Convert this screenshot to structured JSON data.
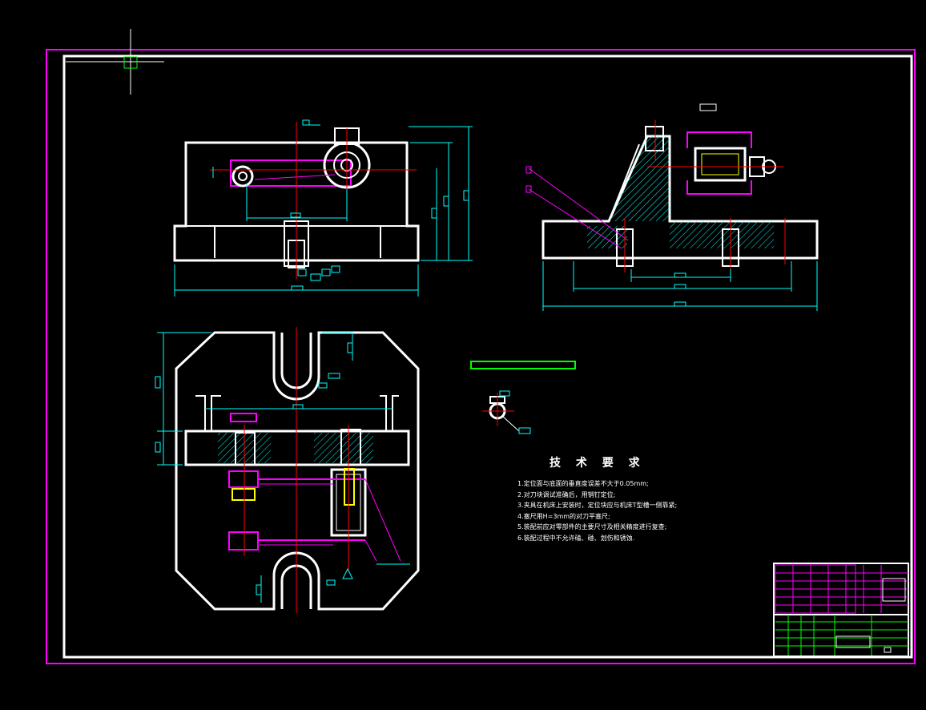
{
  "colors": {
    "background": "#000000",
    "outline": "#ffffff",
    "frame": "#ff00ff",
    "dimension": "#00ffff",
    "centerline": "#ff0000",
    "hatch": "#00ffff",
    "highlight": "#ffff00",
    "titleblock_lower": "#00ff00"
  },
  "technical_requirements": {
    "title": "技 术 要 求",
    "items": [
      "1.定位面与底面的垂直度误差不大于0.05mm;",
      "2.对刀块调试准确后，用销钉定位;",
      "3.夹具在机床上安装时，定位块应与机床T型槽一侧靠紧;",
      "4.塞尺用H=3mm的对刀平塞尺;",
      "5.装配前应对零部件的主要尺寸及相关精度进行复查;",
      "6.装配过程中不允许磕、碰、划伤和锈蚀."
    ]
  }
}
